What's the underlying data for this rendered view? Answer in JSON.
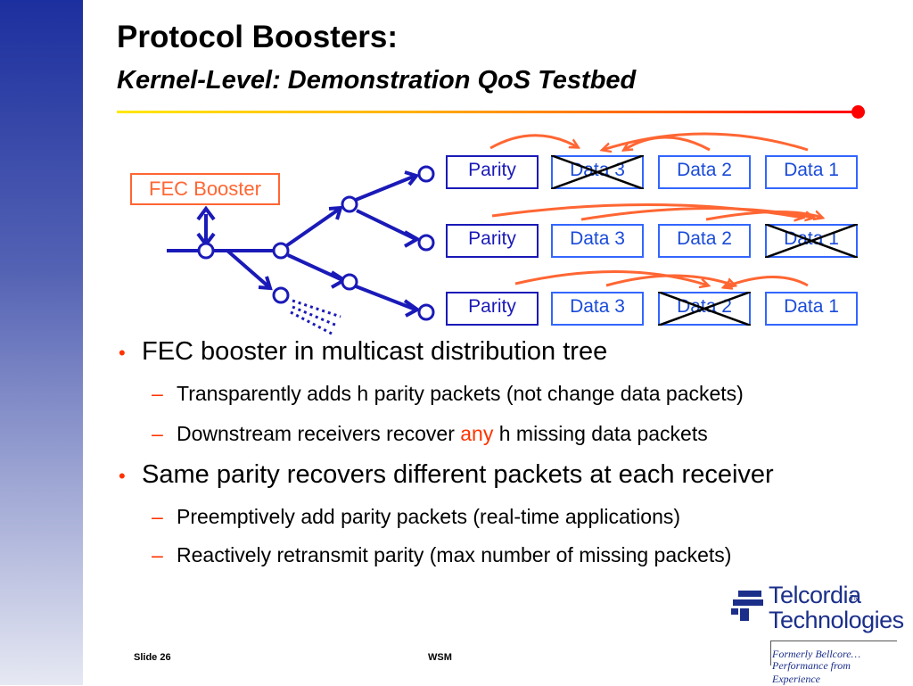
{
  "slide": {
    "title": "Protocol Boosters:",
    "subtitle": "Kernel-Level: Demonstration QoS Testbed",
    "accent_color": "#ff6633",
    "sidebar_color": "#1c2f9e"
  },
  "diagram": {
    "booster_label": "FEC Booster",
    "rows": [
      {
        "packets": [
          {
            "label": "Parity",
            "kind": "parity",
            "lost": false
          },
          {
            "label": "Data 3",
            "kind": "data",
            "lost": true
          },
          {
            "label": "Data 2",
            "kind": "data",
            "lost": false
          },
          {
            "label": "Data 1",
            "kind": "data",
            "lost": false
          }
        ]
      },
      {
        "packets": [
          {
            "label": "Parity",
            "kind": "parity",
            "lost": false
          },
          {
            "label": "Data 3",
            "kind": "data",
            "lost": false
          },
          {
            "label": "Data 2",
            "kind": "data",
            "lost": false
          },
          {
            "label": "Data 1",
            "kind": "data",
            "lost": true
          }
        ]
      },
      {
        "packets": [
          {
            "label": "Parity",
            "kind": "parity",
            "lost": false
          },
          {
            "label": "Data 3",
            "kind": "data",
            "lost": false
          },
          {
            "label": "Data 2",
            "kind": "data",
            "lost": true
          },
          {
            "label": "Data 1",
            "kind": "data",
            "lost": false
          }
        ]
      }
    ]
  },
  "bullets": [
    {
      "text": "FEC booster in multicast distribution tree",
      "sub": [
        {
          "before": "Transparently adds h parity packets (not change data packets)",
          "highlight": "",
          "after": ""
        },
        {
          "before": "Downstream receivers recover ",
          "highlight": "any",
          "after": " h missing data packets"
        }
      ]
    },
    {
      "text": "Same parity recovers different packets at each receiver",
      "sub": [
        {
          "before": "Preemptively add parity packets (real-time applications)",
          "highlight": "",
          "after": ""
        },
        {
          "before": "Reactively retransmit parity (max number of missing packets)",
          "highlight": "",
          "after": ""
        }
      ]
    }
  ],
  "logo": {
    "name_line1": "Telcordia",
    "tm": "TM",
    "name_line2": "Technologies",
    "tagline1": "Formerly Bellcore…",
    "tagline2": "Performance from Experience"
  },
  "footer": {
    "slide_number": "Slide 26",
    "center": "WSM"
  }
}
